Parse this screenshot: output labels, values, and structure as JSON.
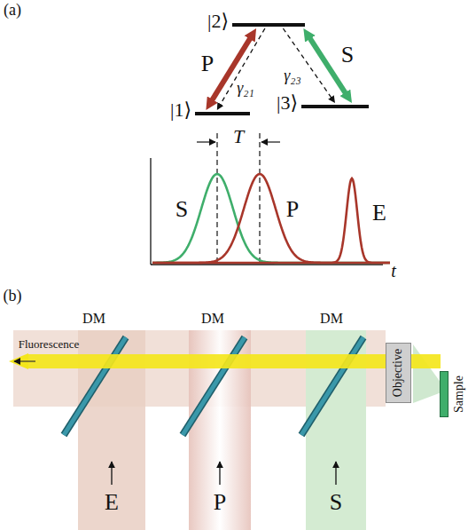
{
  "diagram": {
    "nodes": [
      {
        "text": [
          "|2⟩"
        ]
      },
      {
        "text": [
          "|1⟩"
        ]
      },
      {
        "text": [
          "|3⟩"
        ]
      },
      {
        "text": [
          "Objective"
        ]
      },
      {
        "text": [
          "Sample"
        ]
      }
    ],
    "edges": [
      {
        "from": 1,
        "to": 0,
        "arrow": "both",
        "label": "P"
      },
      {
        "from": 0,
        "to": 1,
        "arrow": "to",
        "label": "γ₂₁"
      },
      {
        "from": 0,
        "to": 2,
        "arrow": "to",
        "label": "γ₂₃"
      },
      {
        "from": 2,
        "to": 0,
        "arrow": "both",
        "label": "S"
      }
    ],
    "labels": [
      "(a)",
      "T",
      "S",
      "P",
      "E",
      "t",
      "(b)",
      "DM",
      "DM",
      "DM",
      "Fluorescence",
      "E",
      "P",
      "S"
    ]
  }
}
